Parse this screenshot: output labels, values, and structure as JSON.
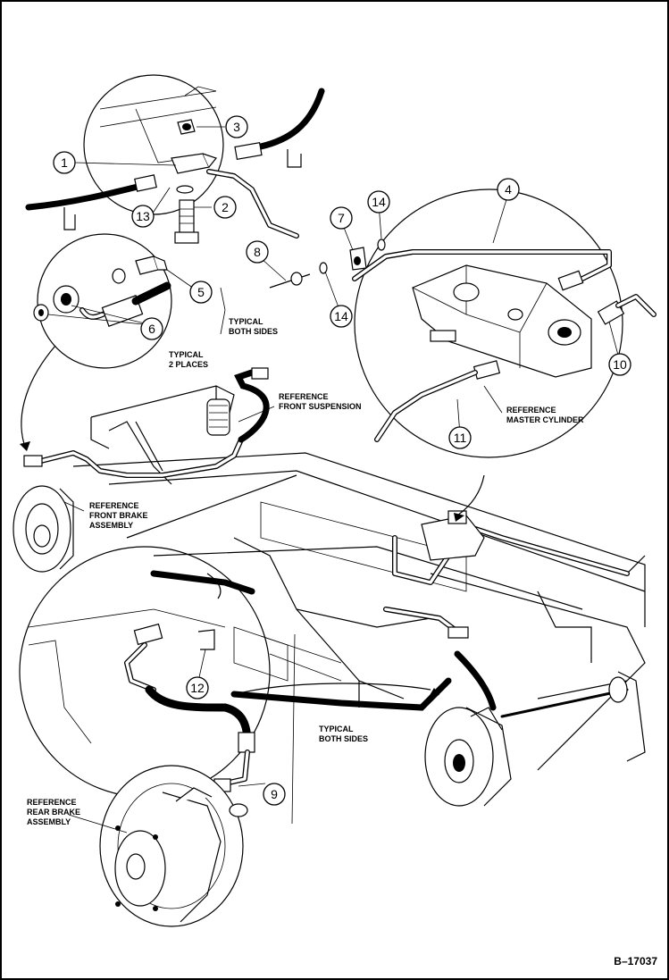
{
  "figure_id": "B–17037",
  "labels": {
    "typical_both_sides_1": [
      "TYPICAL",
      "BOTH SIDES"
    ],
    "typical_2_places": [
      "TYPICAL",
      "2 PLACES"
    ],
    "ref_front_suspension": [
      "REFERENCE",
      "FRONT SUSPENSION"
    ],
    "ref_front_brake": [
      "REFERENCE",
      "FRONT BRAKE",
      "ASSEMBLY"
    ],
    "ref_master_cylinder": [
      "REFERENCE",
      "MASTER CYLINDER"
    ],
    "typical_both_sides_2": [
      "TYPICAL",
      "BOTH SIDES"
    ],
    "ref_rear_brake": [
      "REFERENCE",
      "REAR BRAKE",
      "ASSEMBLY"
    ]
  },
  "callouts": [
    "1",
    "2",
    "3",
    "4",
    "5",
    "6",
    "7",
    "8",
    "9",
    "10",
    "11",
    "12",
    "13",
    "14",
    "14"
  ]
}
